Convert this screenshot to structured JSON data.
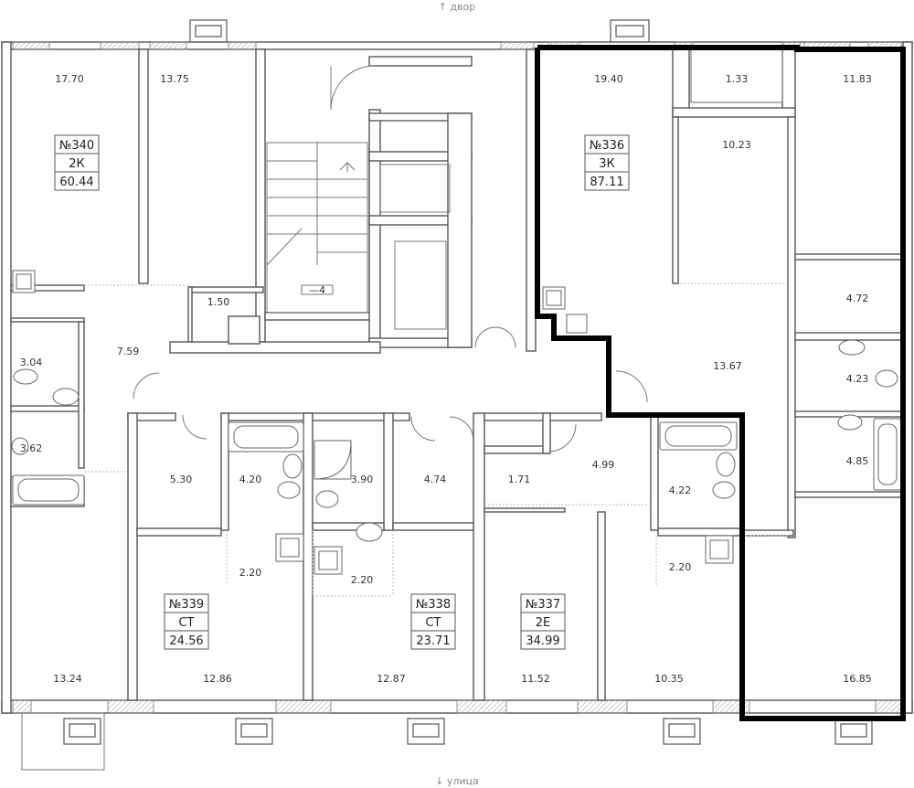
{
  "orientation": {
    "top": "↑ двор",
    "bottom": "↓ улица"
  },
  "apartments": [
    {
      "id": "apt-340",
      "number": "№340",
      "type": "2К",
      "area": "60.44"
    },
    {
      "id": "apt-336",
      "number": "№336",
      "type": "3К",
      "area": "87.11"
    },
    {
      "id": "apt-339",
      "number": "№339",
      "type": "СТ",
      "area": "24.56"
    },
    {
      "id": "apt-338",
      "number": "№338",
      "type": "СТ",
      "area": "23.71"
    },
    {
      "id": "apt-337",
      "number": "№337",
      "type": "2Е",
      "area": "34.99"
    }
  ],
  "rooms": [
    "17.70",
    "13.75",
    "1.50",
    "7.59",
    "3.04",
    "3.62",
    "13.24",
    "19.40",
    "1.33",
    "11.83",
    "10.23",
    "4.72",
    "13.67",
    "4.23",
    "4.85",
    "16.85",
    "5.30",
    "4.20",
    "3.90",
    "4.74",
    "1.71",
    "4.99",
    "4.22",
    "2.20",
    "2.20",
    "2.20",
    "12.86",
    "12.87",
    "11.52",
    "10.35"
  ],
  "stair_mark": "—4"
}
